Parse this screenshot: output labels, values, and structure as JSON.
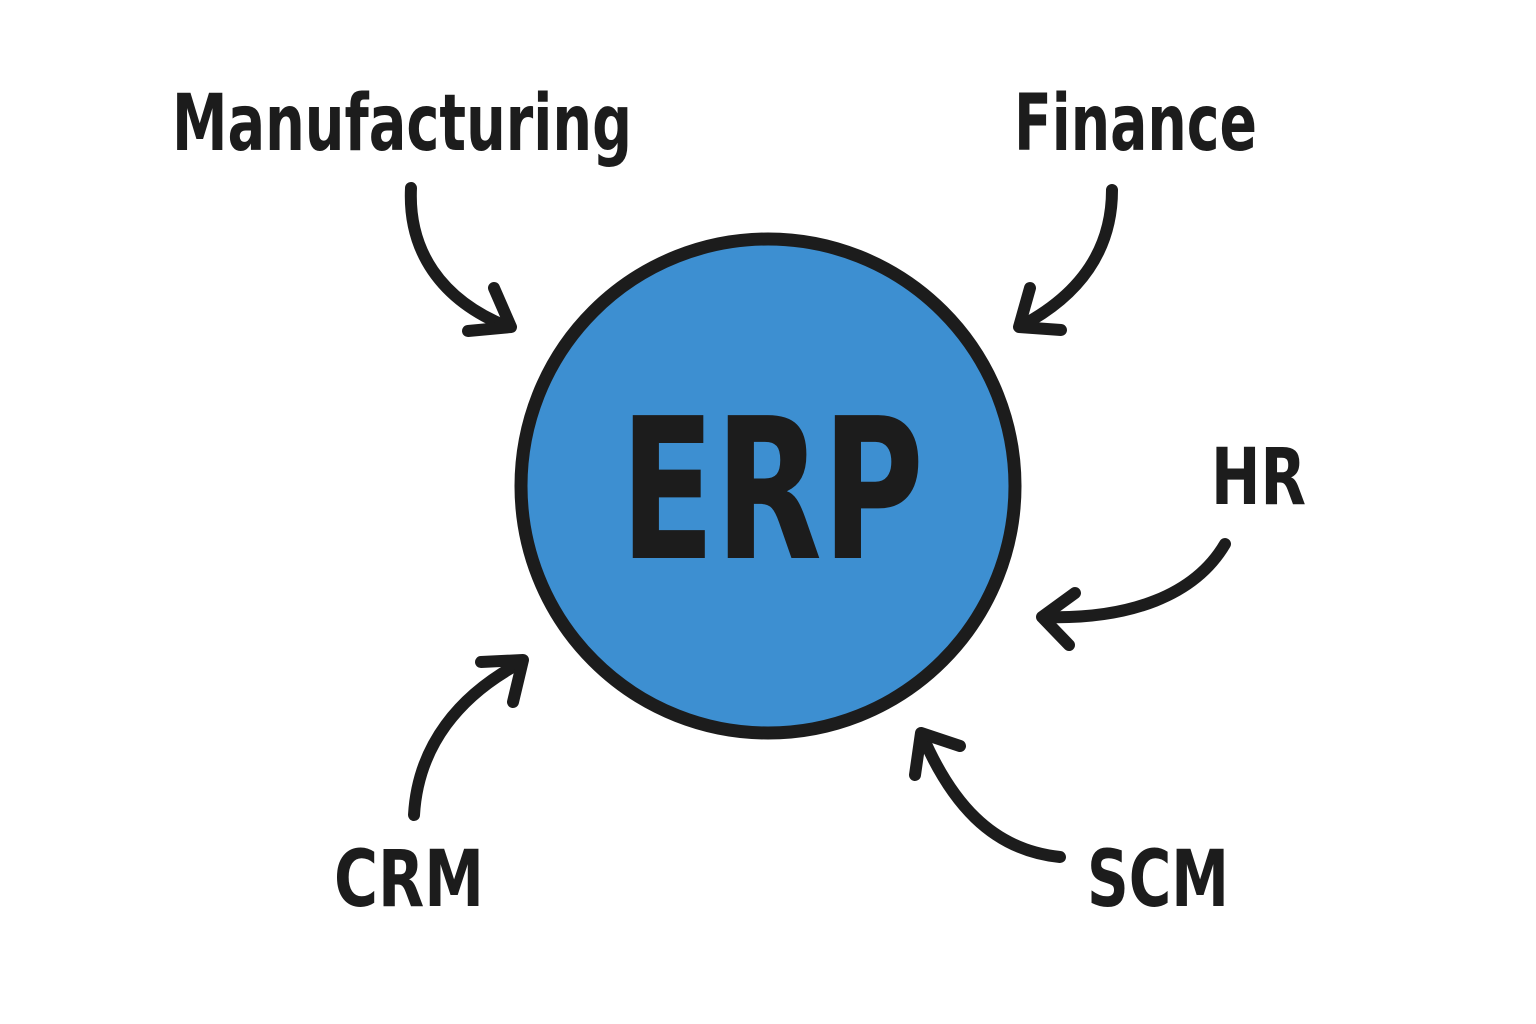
{
  "diagram": {
    "type": "hub-and-spoke",
    "center": {
      "label": "ERP",
      "fill_color": "#3d8fd1",
      "stroke_color": "#1c1c1c"
    },
    "text_color": "#1c1c1c",
    "modules": [
      {
        "id": "manufacturing",
        "label": "Manufacturing",
        "arrow_direction": "to-center"
      },
      {
        "id": "finance",
        "label": "Finance",
        "arrow_direction": "to-center"
      },
      {
        "id": "hr",
        "label": "HR",
        "arrow_direction": "to-center"
      },
      {
        "id": "scm",
        "label": "SCM",
        "arrow_direction": "to-center"
      },
      {
        "id": "crm",
        "label": "CRM",
        "arrow_direction": "to-center"
      }
    ]
  }
}
